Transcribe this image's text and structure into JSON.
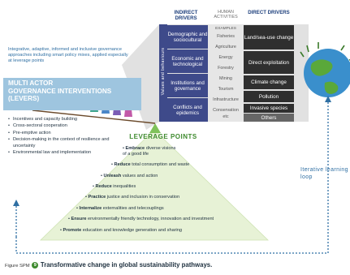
{
  "intro_text": "Integrative, adaptive, informed and inclusive governance approaches including smart policy mixes, applied especially at leverage points",
  "multi_actor": {
    "title_line1": "MULTI ACTOR",
    "title_line2": "GOVERNANCE INTERVENTIONS",
    "title_line3": "(LEVERS)"
  },
  "levers": [
    "Incentives and capacity building",
    "Cross-sectoral cooperation",
    "Pre-emptive action",
    "Decision-making in the context of resilience and uncertainty",
    "Environmental law and implementation"
  ],
  "headers": {
    "indirect": "INDIRECT DRIVERS",
    "human_activities": "HUMAN ACTIVITIES",
    "direct": "DIRECT DRIVERS"
  },
  "values_and_behaviours": "Values and behaviours",
  "indirect_drivers": [
    "Demographic and sociocultural",
    "Economic and technological",
    "Institutions and governance",
    "Conflicts and epidemics"
  ],
  "human_activities": {
    "label": "EXAMPLES",
    "items": [
      "Fisheries",
      "Agriculture",
      "Energy",
      "Forestry",
      "Mining",
      "Tourism",
      "Infrastructure",
      "Conservation",
      "etc"
    ]
  },
  "direct_drivers": [
    "Land/sea-use change",
    "Direct exploitation",
    "Climate change",
    "Pollution",
    "Invasive species",
    "Others"
  ],
  "leverage_points": {
    "title": "LEVERAGE POINTS",
    "items": [
      {
        "verb": "Embrace",
        "rest": "diverse visions"
      },
      {
        "verb": "",
        "rest": "of a good life"
      },
      {
        "verb": "Reduce",
        "rest": "total consumption and waste"
      },
      {
        "verb": "Unleash",
        "rest": "values and action"
      },
      {
        "verb": "Reduce",
        "rest": "inequalities"
      },
      {
        "verb": "Practice",
        "rest": "justice and inclusion in conservation"
      },
      {
        "verb": "Internalize",
        "rest": "externalities and telecouplings"
      },
      {
        "verb": "Ensure",
        "rest": "environmentally friendly technology, innovation and investment"
      },
      {
        "verb": "Promote",
        "rest": "education and knowledge generation and sharing"
      }
    ]
  },
  "iterative_label": "Iterative learning loop",
  "caption": {
    "prefix": "Figure SPM",
    "number": "9",
    "title": "Transformative change in global sustainability pathways."
  },
  "colors": {
    "indirect_block": "#3e4a8a",
    "direct_block": "#2f2f2f",
    "leverage_green": "#3e8a2e",
    "pyramid_fill": "#e7f2d6",
    "loop_blue": "#2f6fa3"
  },
  "icons": [
    "globe-icon",
    "people-pulling-rope-icon",
    "arrow-loop-icon"
  ]
}
